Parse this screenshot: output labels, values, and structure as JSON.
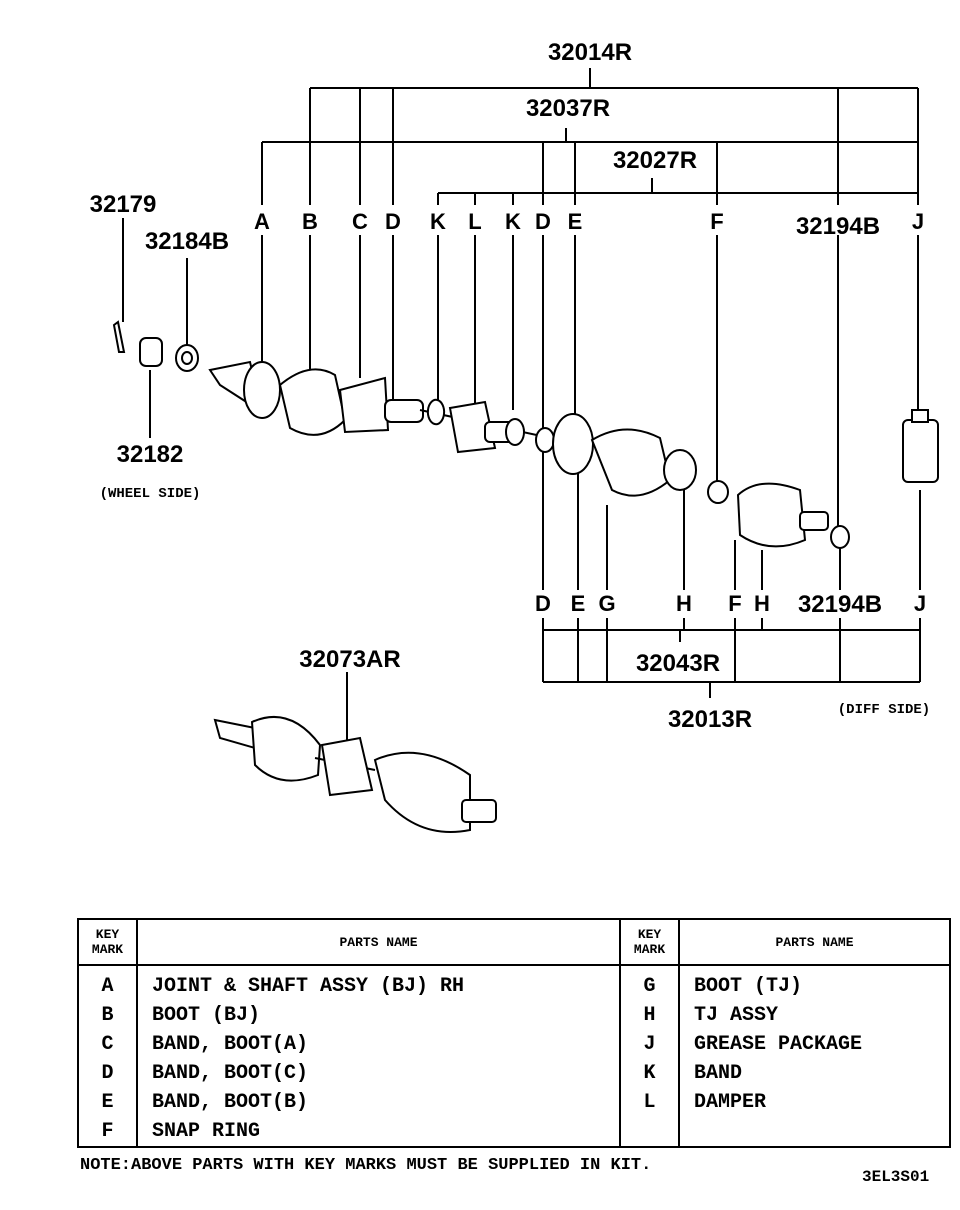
{
  "diagram": {
    "part_numbers": {
      "p32014R": "32014R",
      "p32037R": "32037R",
      "p32027R": "32027R",
      "p32179": "32179",
      "p32184B": "32184B",
      "p32182": "32182",
      "p32194B_top": "32194B",
      "p32194B_bottom": "32194B",
      "p32043R": "32043R",
      "p32013R": "32013R",
      "p32073AR": "32073AR"
    },
    "wheel_side": "(WHEEL SIDE)",
    "diff_side": "(DIFF SIDE)",
    "top_marks": [
      "A",
      "B",
      "C",
      "D",
      "K",
      "L",
      "K",
      "D",
      "E",
      "F",
      "J"
    ],
    "bottom_marks": [
      "D",
      "E",
      "G",
      "H",
      "F",
      "H",
      "J"
    ]
  },
  "table": {
    "headers": {
      "key_mark": "KEY MARK",
      "parts_name": "PARTS NAME"
    },
    "left": [
      {
        "key": "A",
        "name": "JOINT & SHAFT ASSY (BJ) RH"
      },
      {
        "key": "B",
        "name": "BOOT (BJ)"
      },
      {
        "key": "C",
        "name": "BAND, BOOT(A)"
      },
      {
        "key": "D",
        "name": "BAND, BOOT(C)"
      },
      {
        "key": "E",
        "name": "BAND, BOOT(B)"
      },
      {
        "key": "F",
        "name": "SNAP RING"
      }
    ],
    "right": [
      {
        "key": "G",
        "name": "BOOT (TJ)"
      },
      {
        "key": "H",
        "name": "TJ ASSY"
      },
      {
        "key": "J",
        "name": "GREASE PACKAGE"
      },
      {
        "key": "K",
        "name": "BAND"
      },
      {
        "key": "L",
        "name": "DAMPER"
      }
    ]
  },
  "note": "NOTE:ABOVE PARTS WITH KEY MARKS MUST BE SUPPLIED IN KIT.",
  "drawing_code": "3EL3S01"
}
